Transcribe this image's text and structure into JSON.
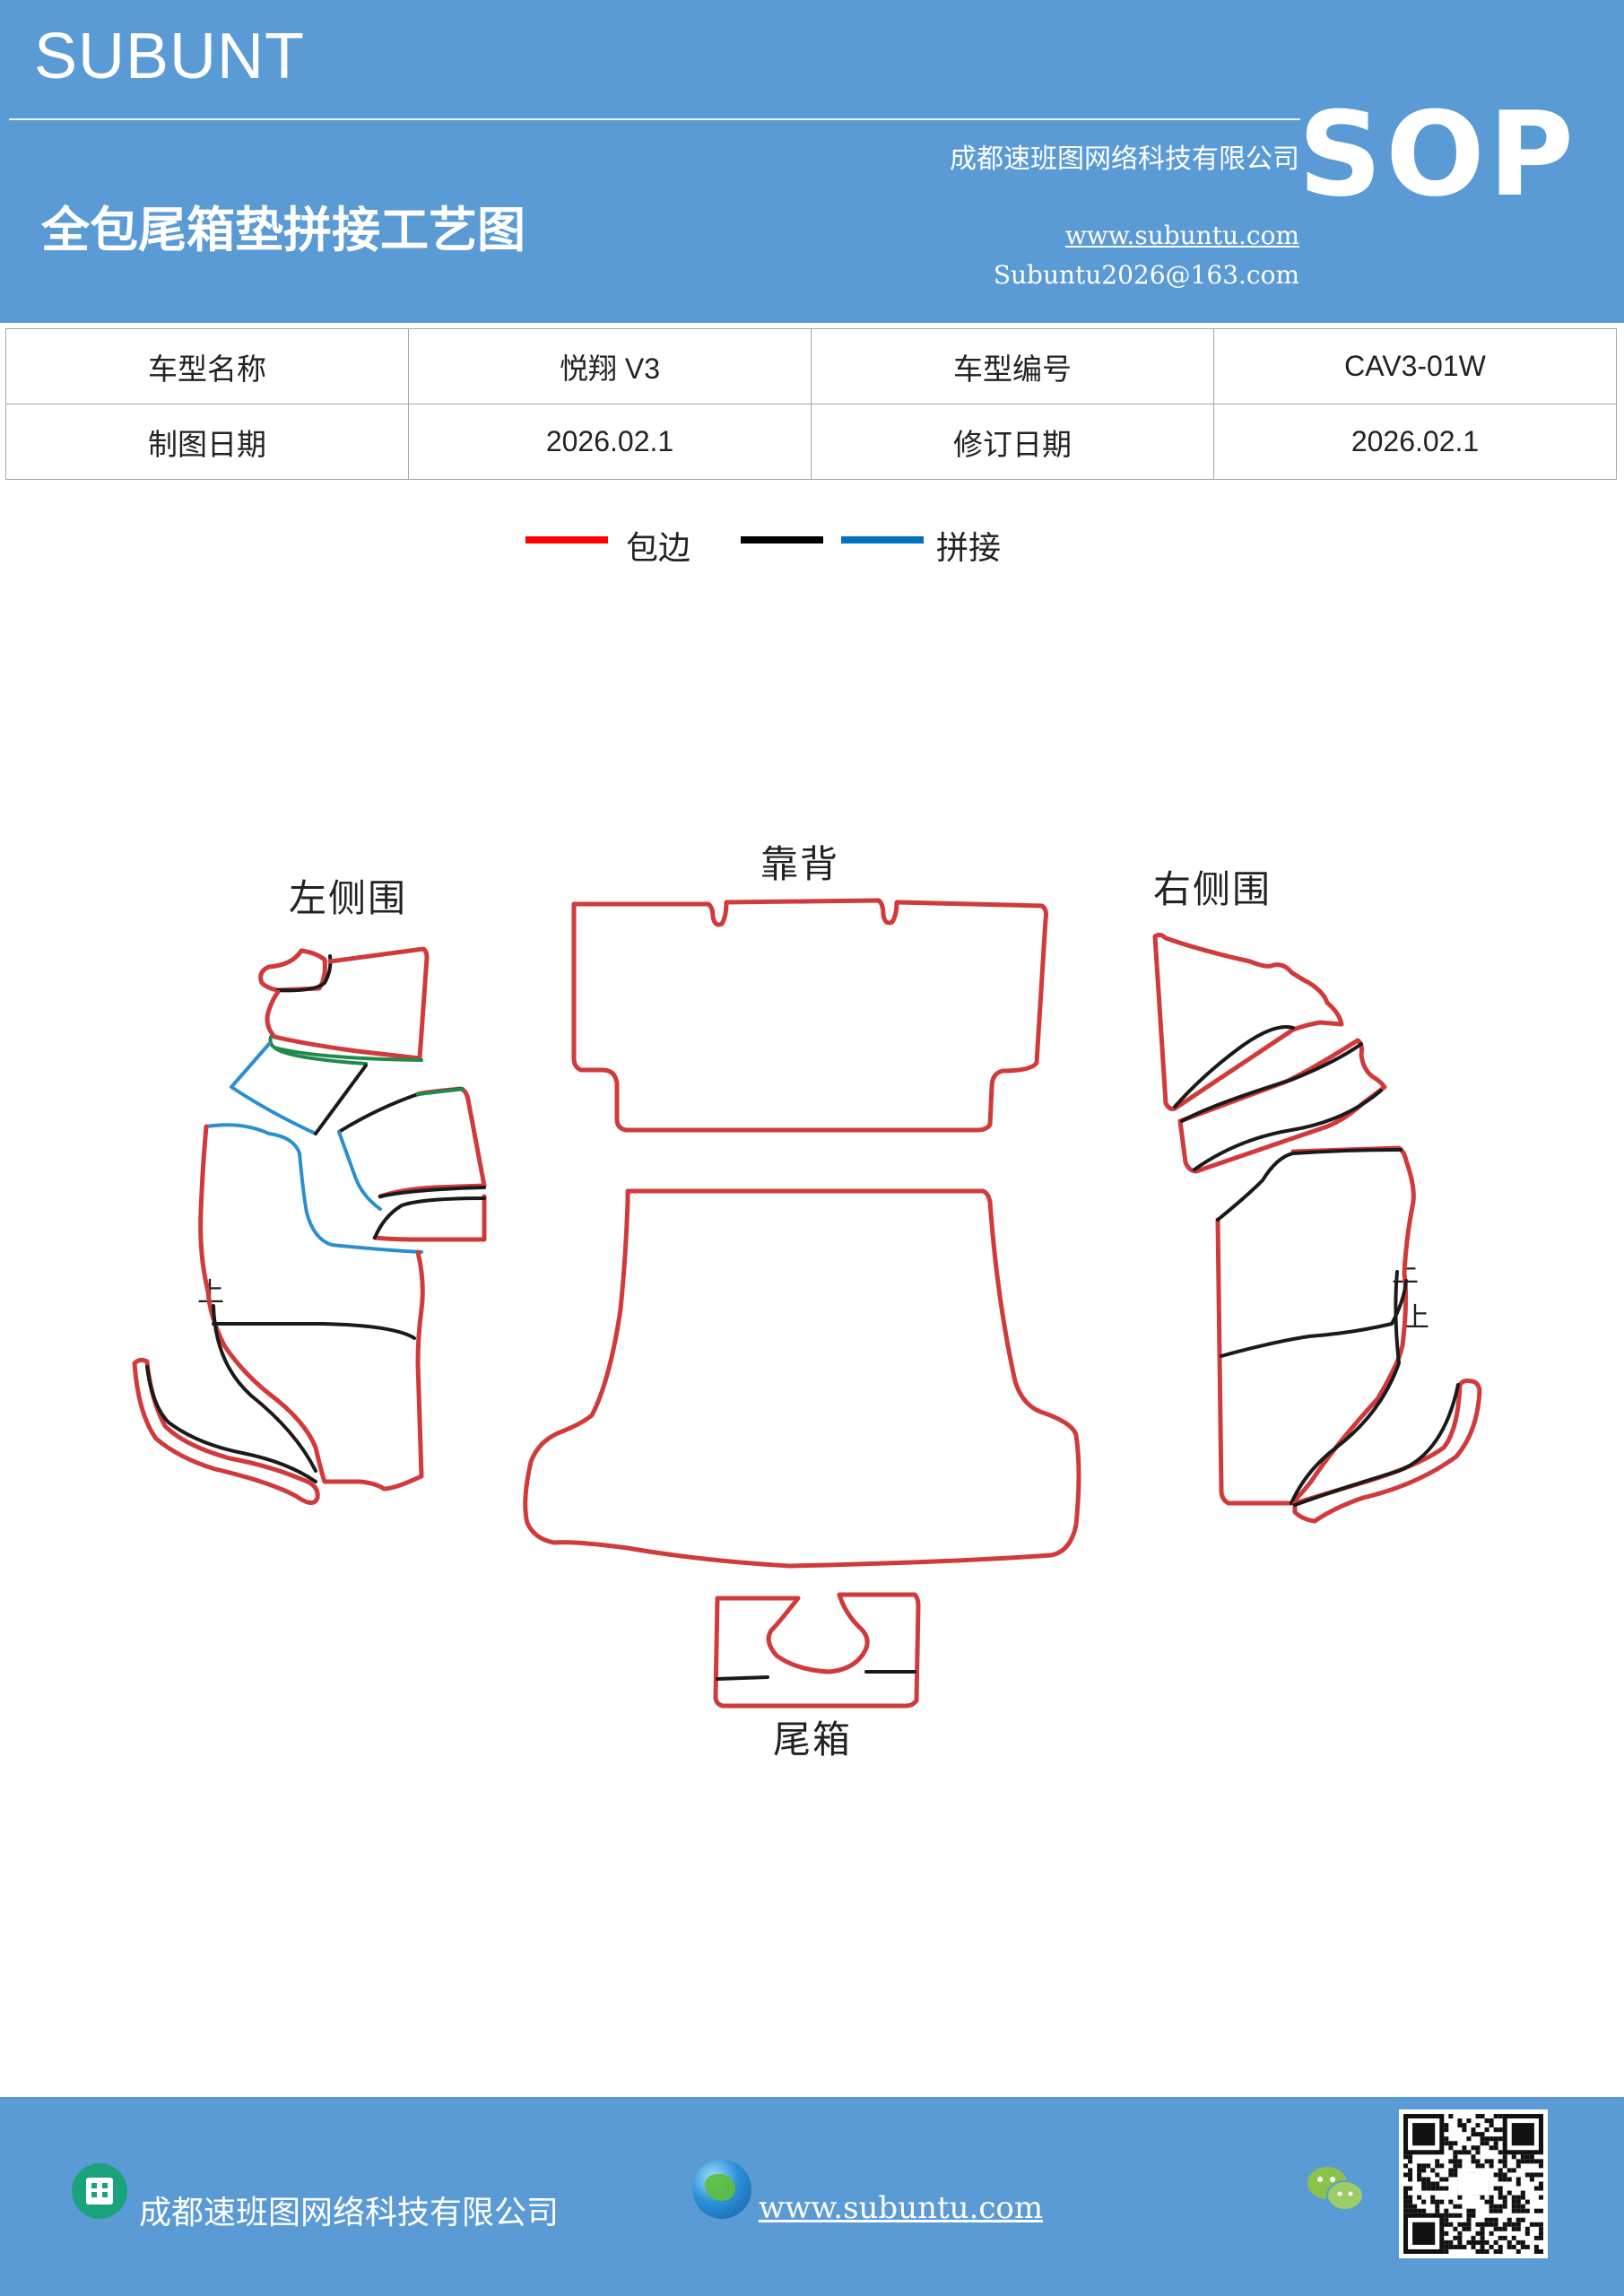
{
  "header": {
    "brand": "SUBUNT",
    "company": "成都速班图网络科技有限公司",
    "title": "全包尾箱垫拼接工艺图",
    "website": "www.subuntu.com",
    "email": "Subuntu2026@163.com",
    "badge": "SOP",
    "background_color": "#5b9bd5"
  },
  "info_table": {
    "rows": [
      {
        "label1": "车型名称",
        "value1": "悦翔 V3",
        "label2": "车型编号",
        "value2": "CAV3-01W"
      },
      {
        "label1": "制图日期",
        "value1": "2026.02.1",
        "label2": "修订日期",
        "value2": "2026.02.1"
      }
    ]
  },
  "legend": {
    "items": [
      {
        "label": "包边",
        "color": "#ff0000"
      },
      {
        "label": "",
        "color": "#000000"
      },
      {
        "label": "拼接",
        "color": "#0070c0"
      }
    ]
  },
  "diagram": {
    "labels": {
      "left": "左侧围",
      "back": "靠背",
      "right": "右侧围",
      "trunk": "尾箱",
      "up_mark": "上"
    },
    "colors": {
      "edge": "#d13a3a",
      "seam": "#1a1a1a",
      "splice": "#2a8fd0",
      "green": "#1f8a4c"
    }
  },
  "footer": {
    "company": "成都速班图网络科技有限公司",
    "website": "www.subuntu.com",
    "icons": [
      "building-icon",
      "globe-icon",
      "wechat-icon",
      "qr-code"
    ]
  }
}
